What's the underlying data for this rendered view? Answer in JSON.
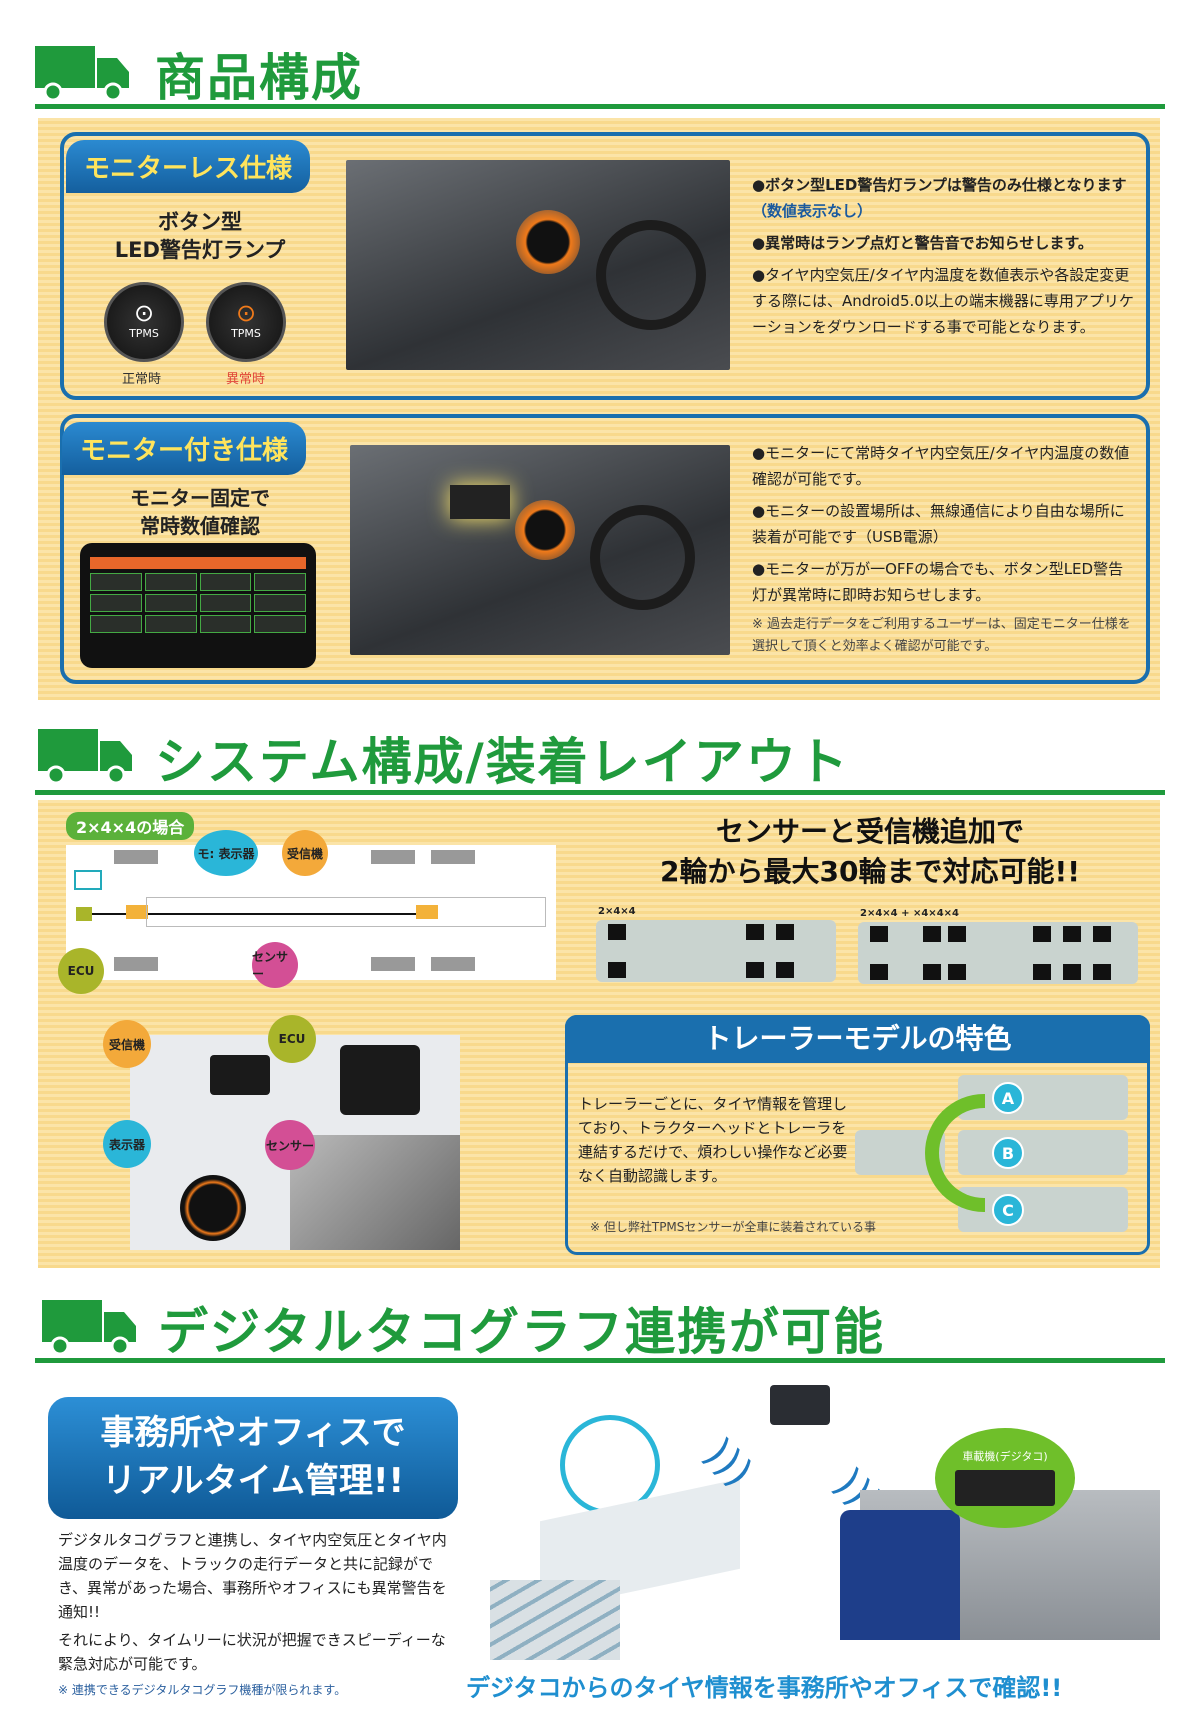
{
  "sections": [
    {
      "title": "商品構成"
    },
    {
      "title": "システム構成/装着レイアウト"
    },
    {
      "title": "デジタルタコグラフ連携が可能"
    }
  ],
  "monitorless": {
    "tag": "モニターレス仕様",
    "heading_line1": "ボタン型",
    "heading_line2": "LED警告灯ランプ",
    "lamp_label": "TPMS",
    "normal_label": "正常時",
    "abnormal_label": "異常時",
    "bullets": [
      {
        "text": "●ボタン型LED警告灯ランプは警告のみ仕様となります",
        "sub": "（数値表示なし）"
      },
      {
        "text": "●異常時はランプ点灯と警告音でお知らせします。"
      },
      {
        "text": "●タイヤ内空気圧/タイヤ内温度を数値表示や各設定変更する際には、Android5.0以上の端末機器に専用アプリケーションをダウンロードする事で可能となります。"
      }
    ]
  },
  "monitor": {
    "tag": "モニター付き仕様",
    "heading_line1": "モニター固定で",
    "heading_line2": "常時数値確認",
    "bullets": [
      "●モニターにて常時タイヤ内空気圧/タイヤ内温度の数値確認が可能です。",
      "●モニターの設置場所は、無線通信により自由な場所に装着が可能です（USB電源）",
      "●モニターが万が一OFFの場合でも、ボタン型LED警告灯が異常時に即時お知らせします。"
    ],
    "note": "※ 過去走行データをご利用するユーザーは、固定モニター仕様を選択して頂くと効率よく確認が可能です。"
  },
  "layout": {
    "case_label": "2×4×4の場合",
    "labels": {
      "display": "モ: 表示器",
      "receiver": "受信機",
      "ecu": "ECU",
      "sensor": "センサー"
    },
    "headline_line1": "センサーと受信機追加で",
    "headline_line2": "2輪から最大30輪まで対応可能!!",
    "config1": "2×4×4",
    "config2": "2×4×4 + ×4×4×4",
    "parts": {
      "receiver": "受信機",
      "ecu": "ECU",
      "display": "表示器",
      "sensor": "センサー"
    },
    "trailer": {
      "title": "トレーラーモデルの特色",
      "text": "トレーラーごとに、タイヤ情報を管理しており、トラクターヘッドとトレーラを連結するだけで、煩わしい操作など必要なく自動認識します。",
      "note": "※ 但し弊社TPMSセンサーが全車に装着されている事",
      "options": [
        "A",
        "B",
        "C"
      ]
    }
  },
  "tacho": {
    "box_line1": "事務所やオフィスで",
    "box_line2": "リアルタイム管理!!",
    "para1": "デジタルタコグラフと連携し、タイヤ内空気圧とタイヤ内温度のデータを、トラックの走行データと共に記録ができ、異常があった場合、事務所やオフィスにも異常警告を通知!!",
    "para2": "それにより、タイムリーに状況が把握できスピーディーな緊急対応が可能です。",
    "note": "※ 連携できるデジタルタコグラフ機種が限られます。",
    "device_label": "車載機(デジタコ)",
    "caption": "デジタコからのタイヤ情報を事務所やオフィスで確認!!"
  },
  "colors": {
    "green": "#1f9a3c",
    "blue": "#1a6fae",
    "orange": "#f39a2a",
    "yellow": "#f8d98c"
  }
}
